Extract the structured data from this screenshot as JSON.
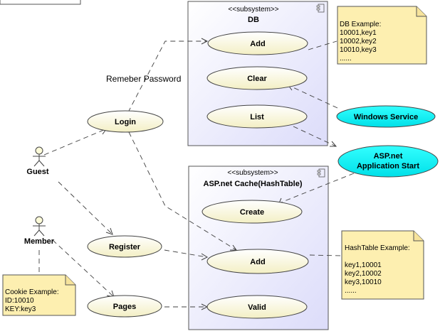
{
  "subsystems": [
    {
      "id": "db",
      "stereotype": "<<subsystem>>",
      "name": "DB"
    },
    {
      "id": "cache",
      "stereotype": "<<subsystem>>",
      "name": "ASP.net Cache(HashTable)"
    }
  ],
  "use_cases": {
    "add_db": "Add",
    "clear": "Clear",
    "list": "List",
    "create": "Create",
    "add_cache": "Add",
    "valid": "Valid",
    "login": "Login",
    "register": "Register",
    "pages": "Pages",
    "windows_service": "Windows Service",
    "aspnet_start_line1": "ASP.net",
    "aspnet_start_line2": "Application Start"
  },
  "actors": {
    "guest": "Guest",
    "member": "Member"
  },
  "notes": {
    "db_example": [
      "DB Example:",
      "10001,key1",
      "10002,key2",
      "10010,key3",
      "......"
    ],
    "hashtable_example": [
      "HashTable Example:",
      "",
      "key1,10001",
      "key2,10002",
      "key3,10010",
      "......"
    ],
    "cookie_example": [
      "Cookie Example:",
      "ID:10010",
      "KEY:key3"
    ]
  },
  "labels": {
    "remember_password": "Remeber Password"
  },
  "colors": {
    "use_case_fill": "#fdfbd8",
    "highlight_fill": "#00f0f0",
    "subsystem_fill": "#eeeeff",
    "note_fill": "#fdefb0",
    "line": "#404040"
  }
}
